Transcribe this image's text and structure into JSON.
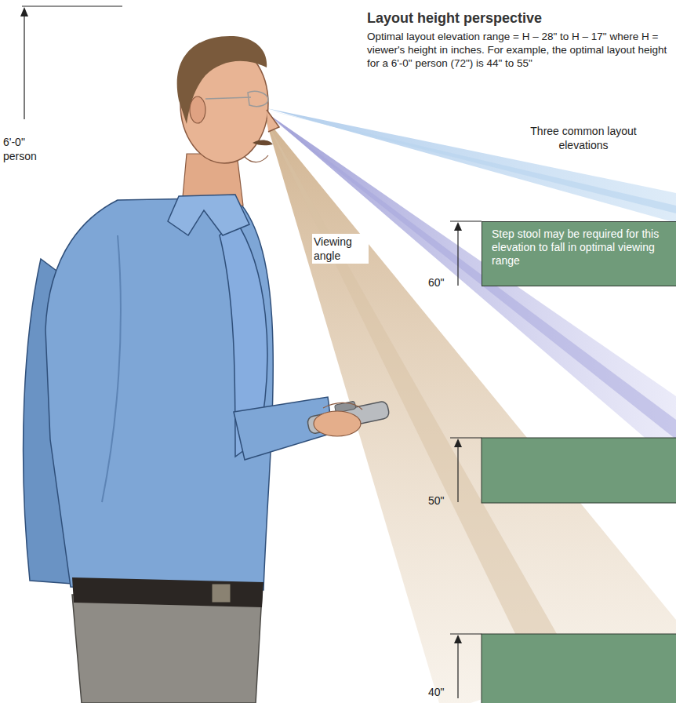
{
  "diagram": {
    "title": "Layout height perspective",
    "nodes": [
      {
        "text": [
          "Step stool may be required for this elevation to fall in optimal viewing range"
        ]
      }
    ],
    "labels": [
      "Optimal layout elevation range = H – 28\" to H – 17\" where H = viewer's height in inches. For example, the optimal layout height for a 6'-0\" person (72\") is 44\" to 55\"",
      "6'-0\" person",
      "Three common layout elevations",
      "Viewing angle",
      "60\"",
      "50\"",
      "40\""
    ]
  }
}
